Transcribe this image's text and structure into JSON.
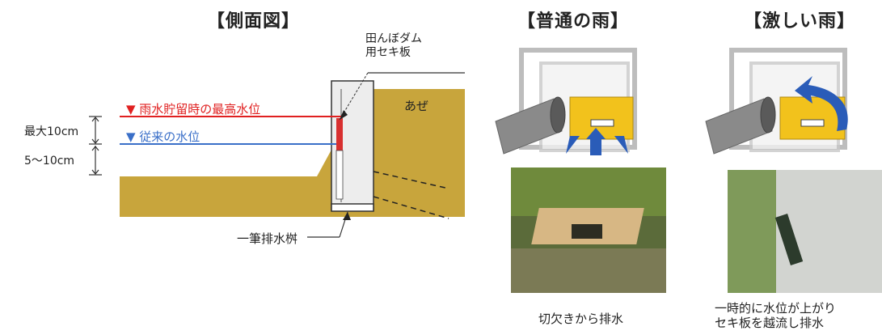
{
  "titles": {
    "side_view": "【側面図】",
    "normal_rain": "【普通の雨】",
    "heavy_rain": "【激しい雨】"
  },
  "side_view": {
    "label_board": "田んぼダム\n用セキ板",
    "label_aze": "あぜ",
    "label_max_level": "▼ 雨水貯留時の最高水位",
    "label_usual_level": "▼ 従来の水位",
    "label_max_10cm": "最大10cm",
    "label_5_10cm": "5～10cm",
    "label_basin": "一筆排水桝"
  },
  "normal_rain": {
    "caption": "切欠きから排水"
  },
  "heavy_rain": {
    "caption_line1": "一時的に水位が上がり",
    "caption_line2": "セキ板を越流し排水"
  },
  "colors": {
    "soil": "#c8a53c",
    "red_line": "#e02020",
    "blue_line": "#3a6fc8",
    "board_yellow": "#f2c21c",
    "arrow_blue": "#2a5cb8",
    "frame_gray": "#c9c9c9"
  }
}
